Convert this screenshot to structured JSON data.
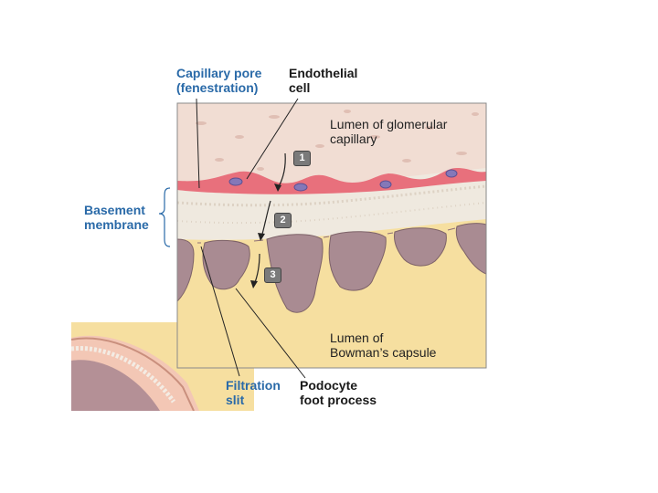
{
  "labels": {
    "capillary_pore_1": "Capillary pore",
    "capillary_pore_2": "(fenestration)",
    "endothelial_1": "Endothelial",
    "endothelial_2": "cell",
    "basement_1": "Basement",
    "basement_2": "membrane",
    "lumen_glom_1": "Lumen of glomerular",
    "lumen_glom_2": "capillary",
    "lumen_bowman_1": "Lumen of",
    "lumen_bowman_2": "Bowman’s capsule",
    "filtration_1": "Filtration",
    "filtration_2": "slit",
    "podocyte_1": "Podocyte",
    "podocyte_2": "foot process"
  },
  "steps": [
    "1",
    "2",
    "3"
  ],
  "colors": {
    "label_blue": "#2a6aa8",
    "capillary_lumen": "#f1ddd3",
    "endothelium": "#e8707c",
    "nucleus": "#8478b8",
    "basement": "#efe9df",
    "podocyte": "#a98b92",
    "bowman_lumen": "#f6dfa0"
  }
}
